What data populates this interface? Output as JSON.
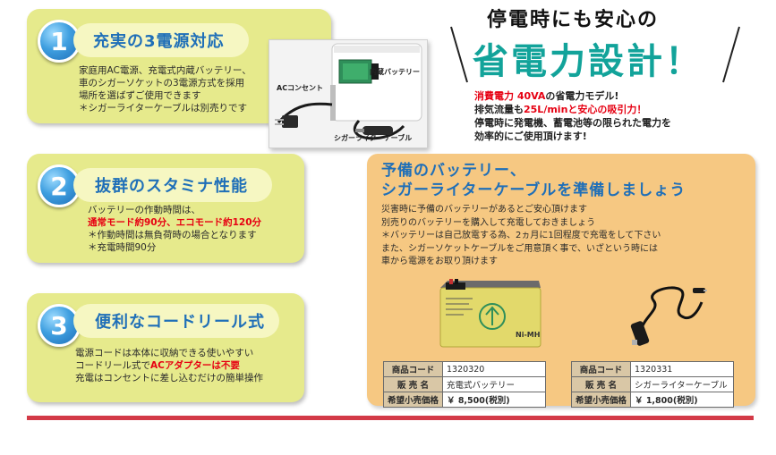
{
  "features": [
    {
      "number": "1",
      "title": "充実の3電源対応",
      "lines": [
        "家庭用AC電源、充電式内蔵バッテリー、",
        "車のシガーソケットの3電源方式を採用",
        "場所を選ばずご使用できます",
        "＊シガーライターケーブルは別売りです"
      ]
    },
    {
      "number": "2",
      "title": "抜群のスタミナ性能",
      "lines": [
        "バッテリーの作動時間は、",
        "通常モード約90分、エコモード約120分",
        "＊作動時間は無負荷時の場合となります",
        "＊充電時間90分"
      ]
    },
    {
      "number": "3",
      "title": "便利なコードリール式",
      "lines": [
        "電源コードは本体に収納できる使いやすい",
        "コードリール式で",
        "ACアダプターは不要",
        "充電はコンセントに差し込むだけの簡単操作"
      ]
    }
  ],
  "photo_labels": {
    "ac": "ACコンセント",
    "battery": "内蔵バッテリー",
    "cigar": "シガーライターケーブル"
  },
  "headline": {
    "line1": "停電時にも安心の",
    "line2": "省電力設計！"
  },
  "desc": {
    "l1_red": "消費電力 40VA",
    "l1_rest": "の省電力モデル!",
    "l2_a": "排気流量も",
    "l2_red": "25L/minと安心の吸引力！",
    "l3": "停電時に発電機、蓄電池等の限られた電力を",
    "l4": "効率的にご使用頂けます!"
  },
  "spare": {
    "title1": "予備のバッテリー、",
    "title2": "シガーライターケーブルを準備しましょう",
    "lines": [
      "災害時に予備のバッテリーがあるとご安心頂けます",
      "別売りのバッテリーを購入して充電しておきましょう",
      "＊バッテリーは自己放電する為、2ヵ月に1回程度で充電をして下さい",
      "また、シガーソケットケーブルをご用意頂く事で、いざという時には",
      "車から電源をお取り頂けます"
    ],
    "battery_label": "Ni-MH",
    "products": [
      {
        "code_label": "商品コード",
        "code": "1320320",
        "name_label": "販 売 名",
        "name": "充電式バッテリー",
        "price_label": "希望小売価格",
        "price": "￥ 8,500(税別)"
      },
      {
        "code_label": "商品コード",
        "code": "1320331",
        "name_label": "販 売 名",
        "name": "シガーライターケーブル",
        "price_label": "希望小売価格",
        "price": "￥ 1,800(税別)"
      }
    ]
  },
  "colors": {
    "feature_bg": "#e6ea8c",
    "title_blue": "#1f6fb8",
    "accent_red": "#e60012",
    "teal": "#12a39a",
    "orange_panel": "#f6c882",
    "divider": "#d33a47"
  }
}
